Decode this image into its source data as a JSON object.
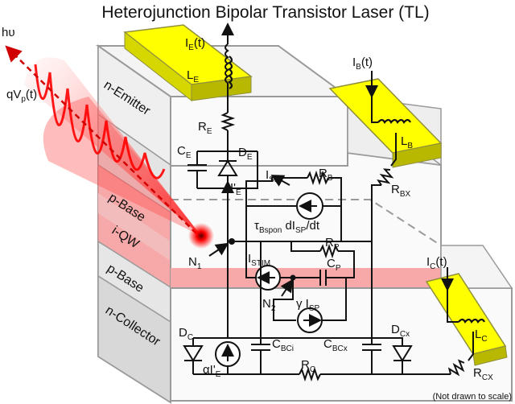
{
  "title": "Heterojunction Bipolar Transistor Laser (TL)",
  "note": "(Not drawn to scale)",
  "photon_label": "hυ",
  "modulation_label": "qV",
  "modulation_sub": "p",
  "modulation_arg": "(t)",
  "layers": {
    "emitter": "n-Emitter",
    "base_top": "p-Base",
    "qw": "i-QW",
    "base_bottom": "p-Base",
    "collector": "n-Collector"
  },
  "currents": {
    "ie": {
      "main": "I",
      "sub": "E",
      "tail": "(t)"
    },
    "ib": {
      "main": "I",
      "sub": "B",
      "tail": "(t)"
    },
    "ic": {
      "main": "I",
      "sub": "C",
      "tail": "(t)"
    },
    "ie_prime": {
      "main": "I'",
      "sub": "E",
      "tail": ""
    },
    "alpha_ie": {
      "main": "αI'",
      "sub": "E",
      "tail": ""
    }
  },
  "components": {
    "le": {
      "main": "L",
      "sub": "E"
    },
    "lb": {
      "main": "L",
      "sub": "B"
    },
    "lc": {
      "main": "L",
      "sub": "C"
    },
    "re": {
      "main": "R",
      "sub": "E"
    },
    "rb": {
      "main": "R",
      "sub": "B"
    },
    "rbx": {
      "main": "R",
      "sub": "BX"
    },
    "rp": {
      "main": "R",
      "sub": "P"
    },
    "rc": {
      "main": "R",
      "sub": "C"
    },
    "rcx": {
      "main": "R",
      "sub": "CX"
    },
    "ce": {
      "main": "C",
      "sub": "E"
    },
    "cp": {
      "main": "C",
      "sub": "P"
    },
    "cbci": {
      "main": "C",
      "sub": "BCi"
    },
    "cbcx": {
      "main": "C",
      "sub": "BCx"
    },
    "de": {
      "main": "D",
      "sub": "E"
    },
    "dc": {
      "main": "D",
      "sub": "C"
    },
    "dcx": {
      "main": "D",
      "sub": "Cx"
    },
    "isp": {
      "main": "I",
      "sub": "SP"
    },
    "istim": {
      "main": "I",
      "sub": "STIM"
    },
    "tau": {
      "main": "τ",
      "sub": "Bspon",
      "tail1": " dI",
      "sub2": "SP",
      "tail2": "/dt"
    },
    "gamma": {
      "main": "γ I",
      "sub": "SP"
    }
  },
  "nodes": {
    "n1": {
      "main": "N",
      "sub": "1"
    },
    "n2": {
      "main": "N",
      "sub": "2"
    }
  },
  "colors": {
    "pad": "#ffff00",
    "pad_stroke": "#8f8f3c",
    "laser_red": "#ff0000",
    "qw_band": "#f7a9a9",
    "block_face": "#f2f2f2",
    "block_side": "#dcdcdc"
  }
}
